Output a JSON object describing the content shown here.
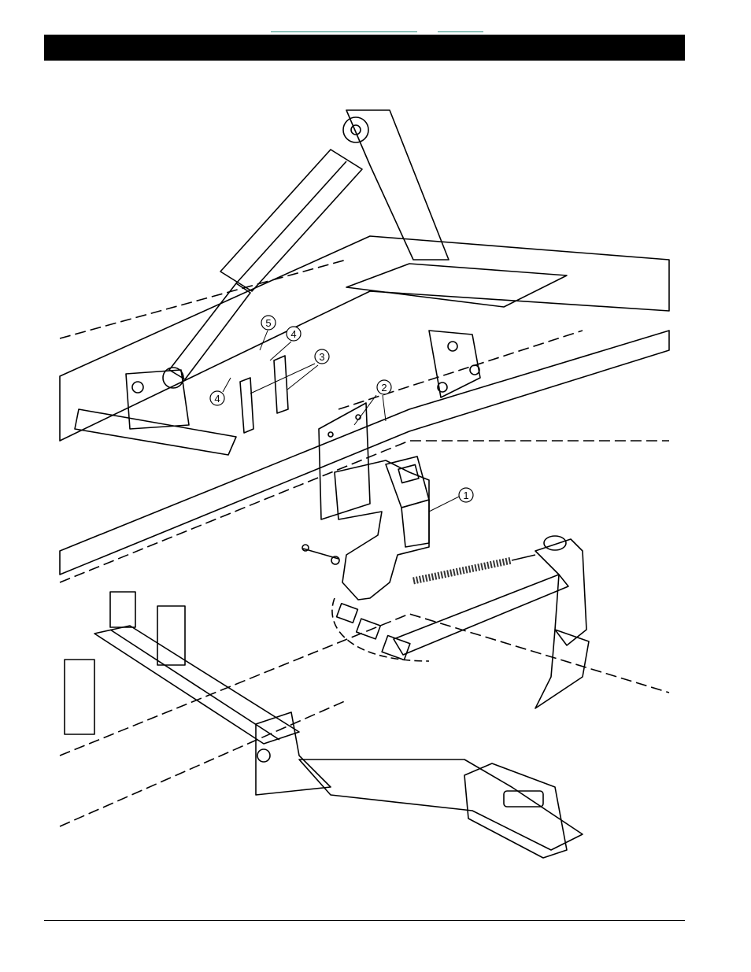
{
  "header": {
    "title": ""
  },
  "callouts": [
    {
      "id": "callout-1",
      "label": "1"
    },
    {
      "id": "callout-2",
      "label": "2"
    },
    {
      "id": "callout-3",
      "label": "3"
    },
    {
      "id": "callout-4a",
      "label": "4"
    },
    {
      "id": "callout-4b",
      "label": "4"
    },
    {
      "id": "callout-5",
      "label": "5"
    }
  ],
  "colors": {
    "ink": "#000000",
    "link": "#2a8a7a",
    "paper": "#ffffff"
  }
}
